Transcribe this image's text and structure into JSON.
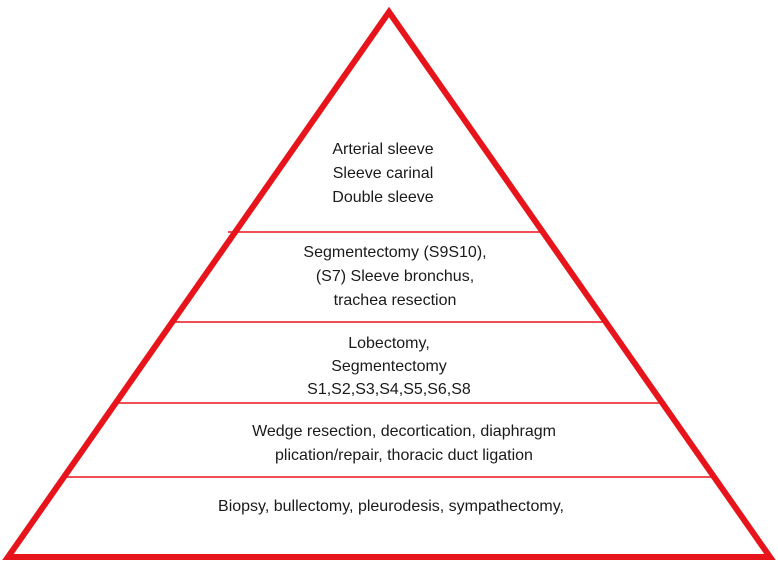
{
  "diagram": {
    "type": "pyramid",
    "outline_color": "#e8141b",
    "divider_color": "#e8141b",
    "text_color": "#1a1a1a",
    "tiers": [
      {
        "id": "tier-1-top",
        "lines": [
          "Arterial sleeve",
          "Sleeve carinal",
          "Double sleeve"
        ]
      },
      {
        "id": "tier-2",
        "lines": [
          "Segmentectomy (S9S10),",
          "(S7) Sleeve bronchus,",
          "trachea resection"
        ]
      },
      {
        "id": "tier-3",
        "lines": [
          "Lobectomy,",
          "Segmentectomy",
          "S1,S2,S3,S4,S5,S6,S8"
        ]
      },
      {
        "id": "tier-4",
        "lines": [
          "Wedge resection, decortication, diaphragm",
          "plication/repair, thoracic duct ligation"
        ]
      },
      {
        "id": "tier-5-base",
        "lines": [
          "Biopsy, bullectomy, pleurodesis, sympathectomy,"
        ]
      }
    ]
  }
}
